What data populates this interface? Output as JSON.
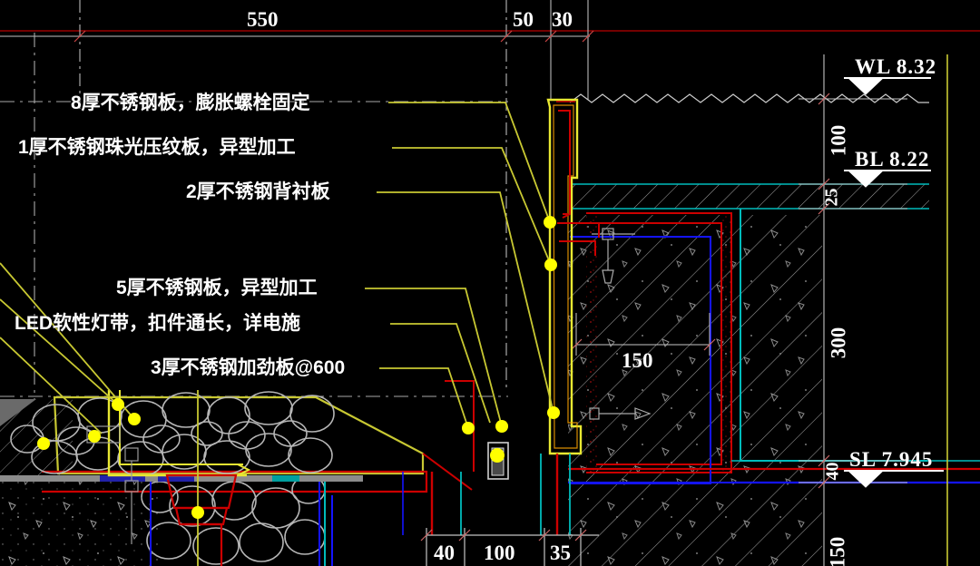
{
  "drawing": {
    "title": "CAD 剖面构造详图",
    "background_color": "#000000",
    "colors": {
      "text": "#ffffff",
      "yellow": "#e8e832",
      "leader": "#c8c832",
      "red": "#ff0000",
      "dark_red": "#a00000",
      "cyan": "#00c0c0",
      "blue": "#0000ff",
      "gray": "#b0b0b0",
      "dim_line": "#c0c0c0",
      "node_dot": "#ffff00"
    }
  },
  "annotations": [
    {
      "id": "note-1",
      "text": "8厚不锈钢板，膨胀螺栓固定"
    },
    {
      "id": "note-2",
      "text": "1厚不锈钢珠光压纹板，异型加工"
    },
    {
      "id": "note-3",
      "text": "2厚不锈钢背衬板"
    },
    {
      "id": "note-4",
      "text": "5厚不锈钢板，异型加工"
    },
    {
      "id": "note-5",
      "text": "LED软性灯带，扣件通长，详电施"
    },
    {
      "id": "note-6",
      "text": "3厚不锈钢加劲板@600"
    }
  ],
  "dimensions": {
    "top": [
      {
        "id": "dim-550",
        "value": "550"
      },
      {
        "id": "dim-50",
        "value": "50"
      },
      {
        "id": "dim-30",
        "value": "30"
      }
    ],
    "bottom": [
      {
        "id": "dim-40-bottom",
        "value": "40"
      },
      {
        "id": "dim-100-bottom",
        "value": "100"
      },
      {
        "id": "dim-35-bottom",
        "value": "35"
      }
    ],
    "right": [
      {
        "id": "dim-100-right",
        "value": "100"
      },
      {
        "id": "dim-25-right",
        "value": "25"
      },
      {
        "id": "dim-300-right",
        "value": "300"
      },
      {
        "id": "dim-40-right",
        "value": "40"
      },
      {
        "id": "dim-150-right",
        "value": "150"
      }
    ],
    "interior": [
      {
        "id": "dim-150-interior",
        "value": "150"
      }
    ]
  },
  "elevations": [
    {
      "id": "elev-wl",
      "label": "WL",
      "value": "8.32",
      "text": "WL 8.32"
    },
    {
      "id": "elev-bl",
      "label": "BL",
      "value": "8.22",
      "text": "BL 8.22"
    },
    {
      "id": "elev-sl",
      "label": "SL",
      "value": "7.945",
      "text": "SL 7.945"
    }
  ]
}
